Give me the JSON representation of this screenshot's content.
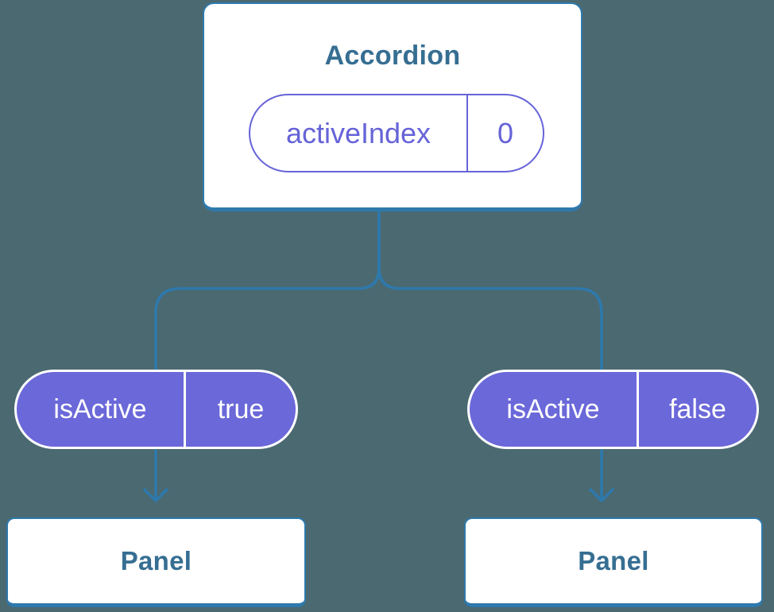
{
  "diagram": {
    "root": {
      "title": "Accordion",
      "prop": {
        "name": "activeIndex",
        "value": "0"
      }
    },
    "children": [
      {
        "prop": {
          "name": "isActive",
          "value": "true"
        },
        "child": {
          "title": "Panel"
        }
      },
      {
        "prop": {
          "name": "isActive",
          "value": "false"
        },
        "child": {
          "title": "Panel"
        }
      }
    ],
    "colors": {
      "background": "#4B6971",
      "connector": "#2E79AC",
      "card_background": "#FFFFFF",
      "card_border": "#2E79AC",
      "card_text": "#366E92",
      "prop_pill_fill": "#6B68D9",
      "prop_pill_text": "#FFFFFF",
      "state_pill_border": "#6663D8",
      "state_pill_text": "#6663D8"
    }
  }
}
